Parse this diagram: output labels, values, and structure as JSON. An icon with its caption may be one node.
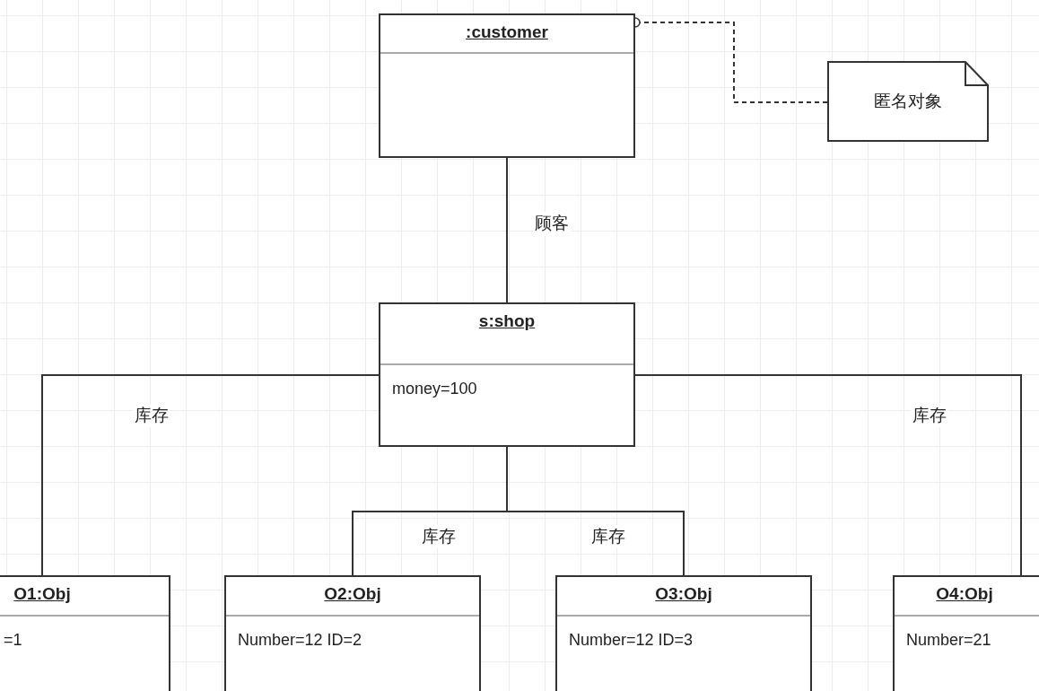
{
  "diagram": {
    "nodes": [
      {
        "text": [
          ":customer"
        ]
      },
      {
        "text": [
          "匿名对象"
        ]
      },
      {
        "text": [
          "s:shop",
          "money=100"
        ]
      },
      {
        "text": [
          "O1:Obj",
          "=1"
        ]
      },
      {
        "text": [
          "O2:Obj",
          "Number=12 ID=2"
        ]
      },
      {
        "text": [
          "O3:Obj",
          "Number=12 ID=3"
        ]
      },
      {
        "text": [
          "O4:Obj",
          "Number=21"
        ]
      }
    ],
    "edges": [
      {
        "from": 1,
        "to": 0,
        "arrow": "other",
        "style": "dashed"
      },
      {
        "from": 0,
        "to": 2,
        "arrow": "none",
        "label": "顾客"
      },
      {
        "from": 2,
        "to": 3,
        "arrow": "none",
        "label": "库存"
      },
      {
        "from": 2,
        "to": 4,
        "arrow": "none",
        "label": "库存"
      },
      {
        "from": 2,
        "to": 5,
        "arrow": "none",
        "label": "库存"
      },
      {
        "from": 2,
        "to": 6,
        "arrow": "none",
        "label": "库存"
      }
    ]
  }
}
